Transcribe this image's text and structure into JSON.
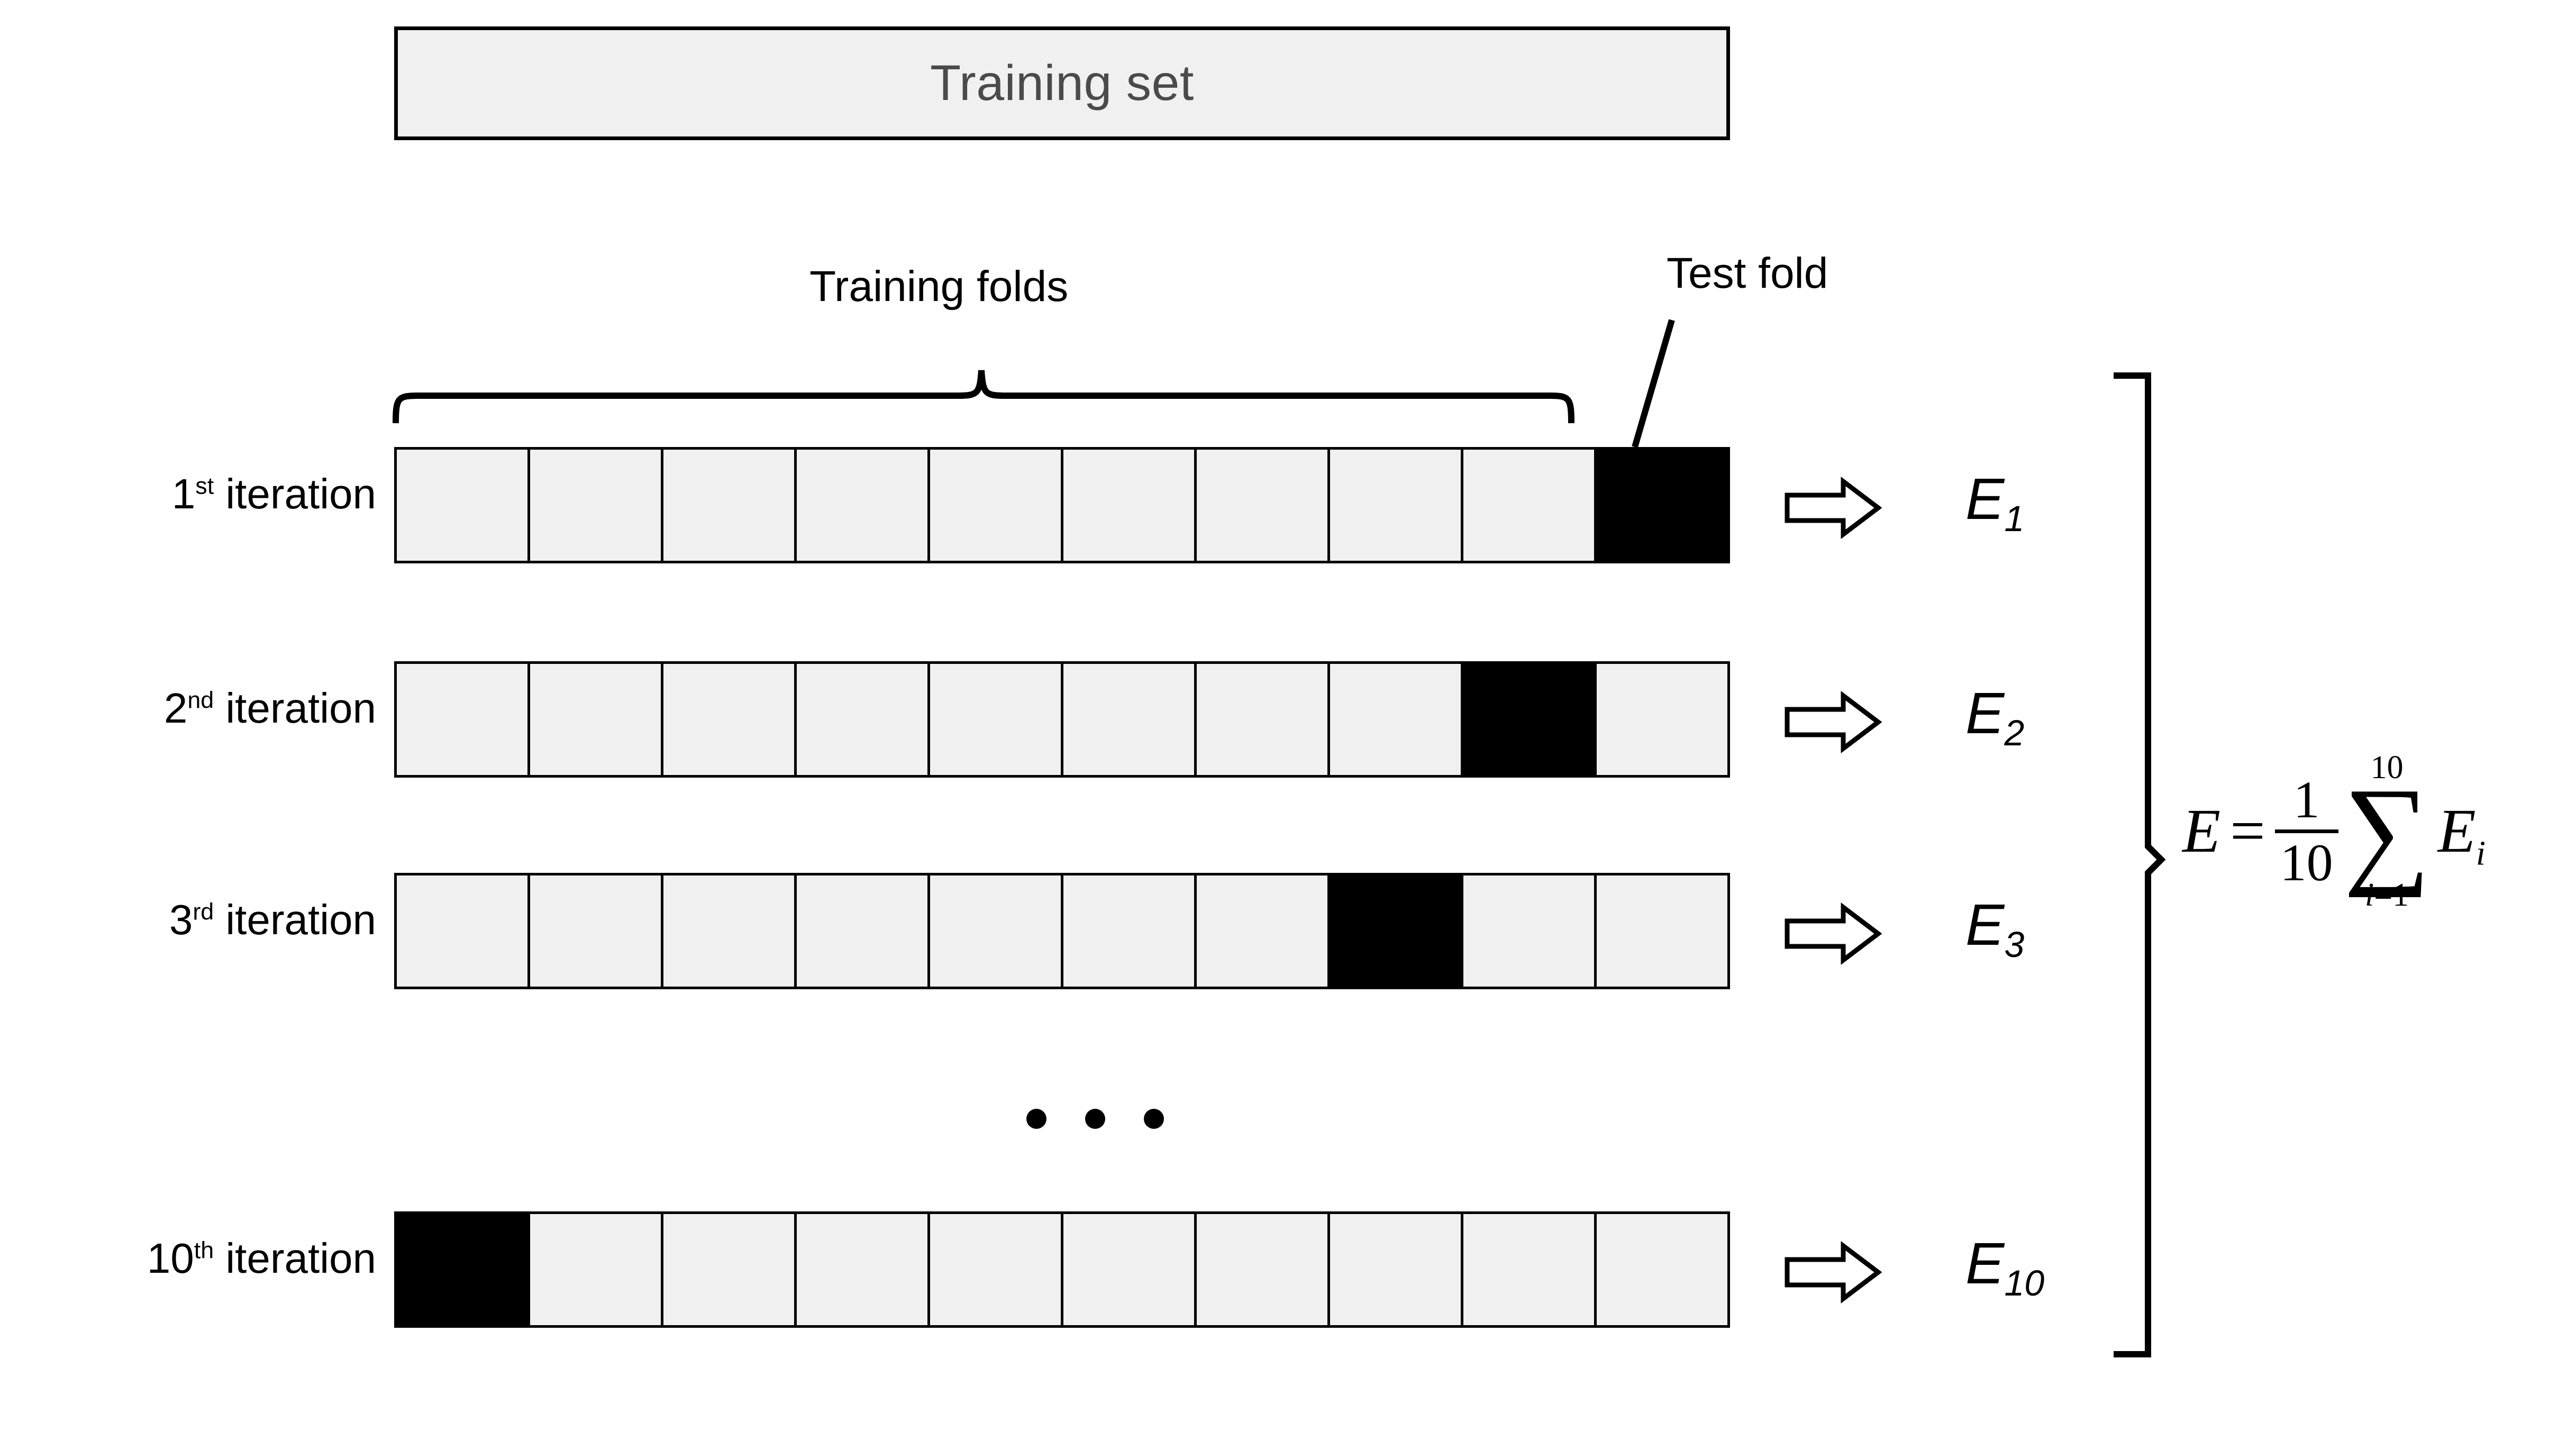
{
  "diagram": {
    "title_box": {
      "label": "Training set",
      "fill_color": "#F0F0F0",
      "border_color": "#000000",
      "text_color": "#4A4A4A"
    },
    "annotations": {
      "training_folds_label": "Training folds",
      "test_fold_label": "Test fold"
    },
    "fold_fill_color": "#F0F0F0",
    "test_fold_color": "#000000",
    "num_folds": 10,
    "ellipsis_dots": 3,
    "rows": [
      {
        "iteration_number": "1",
        "ordinal_suffix": "st",
        "iteration_word": " iteration",
        "test_fold_index": 9,
        "error_symbol": "E",
        "error_subscript": "1",
        "arrow_icon": "right-block-arrow"
      },
      {
        "iteration_number": "2",
        "ordinal_suffix": "nd",
        "iteration_word": " iteration",
        "test_fold_index": 8,
        "error_symbol": "E",
        "error_subscript": "2",
        "arrow_icon": "right-block-arrow"
      },
      {
        "iteration_number": "3",
        "ordinal_suffix": "rd",
        "iteration_word": " iteration",
        "test_fold_index": 7,
        "error_symbol": "E",
        "error_subscript": "3",
        "arrow_icon": "right-block-arrow"
      },
      {
        "iteration_number": "10",
        "ordinal_suffix": "th",
        "iteration_word": " iteration",
        "test_fold_index": 0,
        "error_symbol": "E",
        "error_subscript": "10",
        "arrow_icon": "right-block-arrow"
      }
    ],
    "formula": {
      "lhs": "E",
      "equals": "=",
      "numerator": "1",
      "denominator": "10",
      "sigma": "∑",
      "upper_limit": "10",
      "lower_limit_var": "i",
      "lower_limit_eq": "=1",
      "term": "E",
      "term_subscript": "i",
      "plain_text": "E = (1/10) ∑ (i=1 to 10) Eᵢ"
    }
  }
}
